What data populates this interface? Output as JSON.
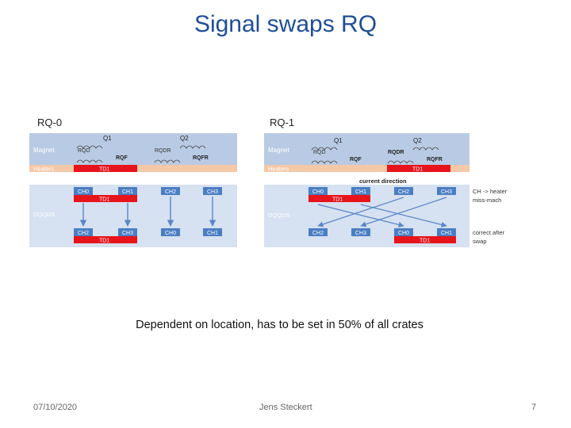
{
  "slide": {
    "title": "Signal swaps RQ",
    "caption": "Dependent on location, has to be set in 50% of all crates",
    "footer": {
      "date": "07/10/2020",
      "author": "Jens Steckert",
      "page": "7"
    }
  },
  "colors": {
    "title": "#1f4e99",
    "magnet_band": "#b9cbe4",
    "heater_band": "#f5c8a8",
    "dqqds_band": "#d6e1f1",
    "channel_box": "#4a7ec3",
    "td_red": "#e8141b"
  },
  "rq0": {
    "label": "RQ-0",
    "q1": "Q1",
    "q2": "Q2",
    "magnet": "Magnet",
    "heaters": "Heaters",
    "dqqds": "DQQDS",
    "rqd": "RQD",
    "rqf": "RQF",
    "rqdr": "RQDR",
    "rqfr": "RQFR",
    "heater_td": "TD1",
    "top_channels": [
      "CH0",
      "CH1",
      "CH2",
      "CH3"
    ],
    "top_td": "TD1",
    "bottom_channels": [
      "CH2",
      "CH3",
      "CH0",
      "CH1"
    ],
    "bottom_td": "TD1"
  },
  "rq1": {
    "label": "RQ-1",
    "q1": "Q1",
    "q2": "Q2",
    "magnet": "Magnet",
    "heaters": "Heaters",
    "dqqds": "DQQDS",
    "rqd": "RQD",
    "rqf": "RQF",
    "rqdr": "RQDR",
    "rqfr": "RQFR",
    "heater_td": "TD1",
    "current_direction": "current direction",
    "top_channels": [
      "CH0",
      "CH1",
      "CH2",
      "CH3"
    ],
    "top_td": "TD1",
    "bottom_channels": [
      "CH2",
      "CH3",
      "CH0",
      "CH1"
    ],
    "bottom_td": "TD1",
    "note_mismatch_1": "CH -> heater",
    "note_mismatch_2": "miss-mach",
    "note_correct_1": "correct after",
    "note_correct_2": "swap"
  }
}
